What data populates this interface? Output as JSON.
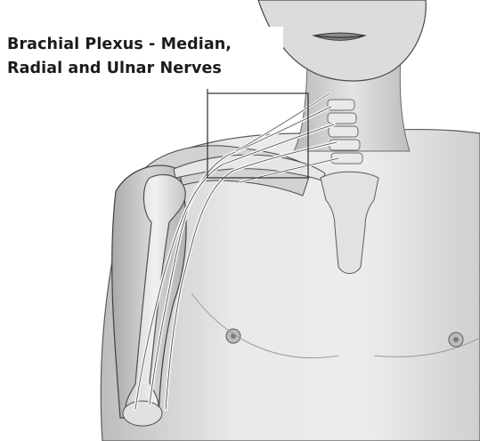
{
  "diagram": {
    "title_line_1": "Brachial Plexus - Median,",
    "title_line_2": "Radial and Ulnar Nerves",
    "colors": {
      "background": "#ffffff",
      "skin_light": "#e7e7e7",
      "skin_mid": "#c9c9c9",
      "skin_shadow": "#9a9a9a",
      "outline": "#3a3a3a",
      "bone": "#d8d8d8",
      "nerve": "#f2f2f2",
      "callout_box": "#2c2c2c"
    },
    "icons": [
      "median-nerve",
      "radial-nerve",
      "ulnar-nerve",
      "humerus-bone",
      "cervical-spine",
      "sternum",
      "clavicle"
    ]
  }
}
